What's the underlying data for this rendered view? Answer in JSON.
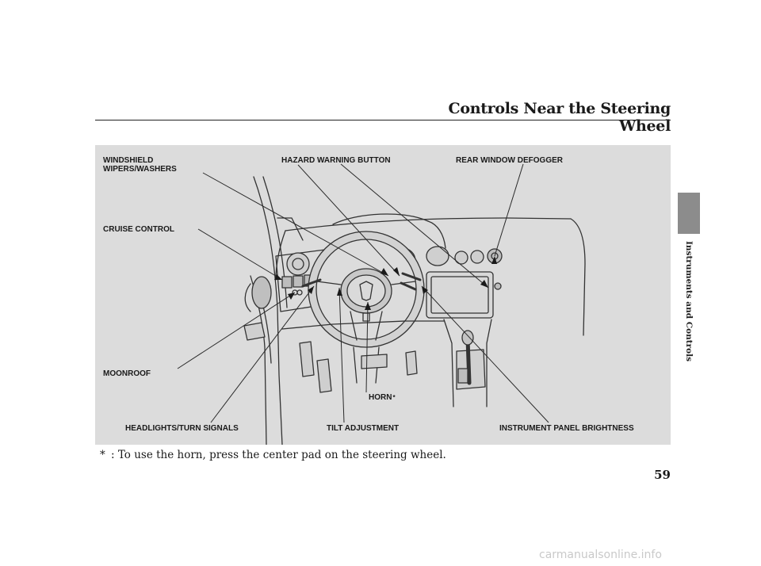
{
  "header": {
    "title": "Controls Near the Steering Wheel"
  },
  "side_tab": {
    "text": "Instruments and Controls"
  },
  "figure": {
    "labels": {
      "windshield_line1": "WINDSHIELD",
      "windshield_line2": "WIPERS/WASHERS",
      "hazard": "HAZARD WARNING BUTTON",
      "defogger": "REAR WINDOW DEFOGGER",
      "cruise": "CRUISE CONTROL",
      "moonroof": "MOONROOF",
      "horn": "HORN",
      "horn_mark": "*",
      "headlights": "HEADLIGHTS/TURN SIGNALS",
      "tilt": "TILT ADJUSTMENT",
      "brightness": "INSTRUMENT PANEL BRIGHTNESS"
    }
  },
  "footnote": {
    "mark": "*",
    "text": ": To use the horn, press the center pad on the steering wheel."
  },
  "page_number": "59",
  "watermark": "carmanualsonline.info"
}
